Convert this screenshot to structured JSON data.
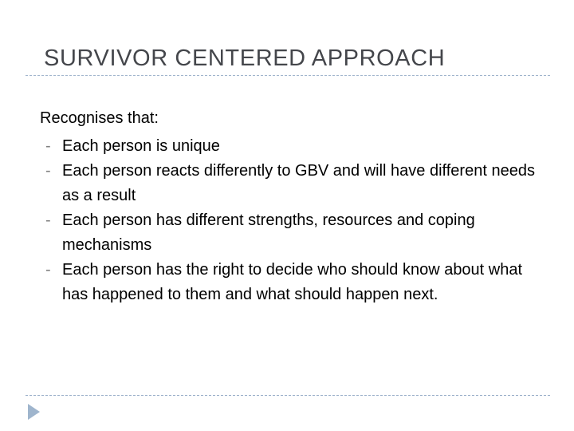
{
  "slide": {
    "title": "SURVIVOR CENTERED APPROACH",
    "intro": "Recognises that:",
    "bullet_marker": "-",
    "bullets": [
      "Each person is unique",
      "Each person reacts differently to GBV and will have different needs as a result",
      "Each person has different strengths, resources and coping mechanisms",
      "Each person has the right to decide who should know about what has happened to them and what should happen next."
    ]
  },
  "colors": {
    "title": "#44464b",
    "body": "#000000",
    "rule": "#9fb3cc",
    "marker": "#808080",
    "triangle": "#9fb5cd",
    "background": "#ffffff"
  }
}
